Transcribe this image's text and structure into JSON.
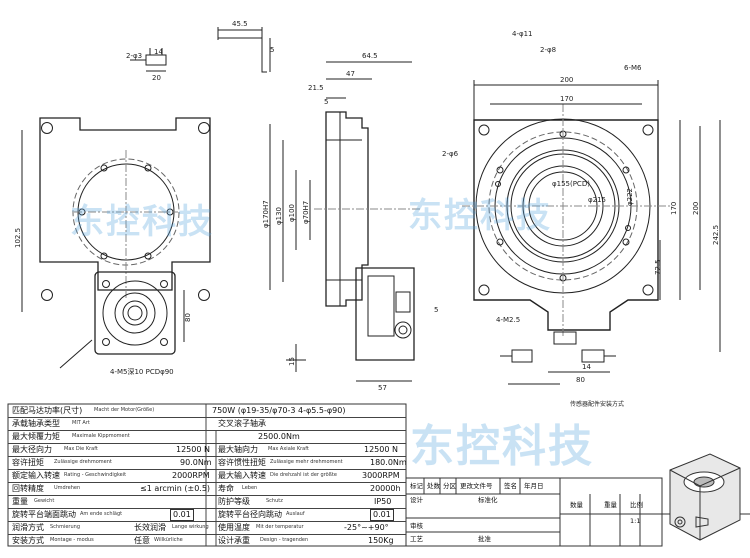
{
  "drawing": {
    "dimensions": {
      "key_45_5": "45.5",
      "key_5": "5",
      "key_14": "14",
      "key_20": "20",
      "key_2_phi3": "2-φ3",
      "side_64_5": "64.5",
      "side_47": "47",
      "side_21_5": "21.5",
      "side_5": "5",
      "side_phi170h7": "φ170H7",
      "side_phi130": "φ130",
      "side_phi100": "φ100",
      "side_phi70h7": "φ70H7",
      "side_15": "15",
      "side_57": "57",
      "side_5b": "5",
      "front_102_5": "102.5",
      "front_80": "80",
      "front_m5": "4-M5深10 PCDφ90",
      "top_4_phi11": "4-φ11",
      "top_2_phi8": "2-φ8",
      "top_6_m6": "6-M6",
      "top_200": "200",
      "top_170": "170",
      "top_2_phi6": "2-φ6",
      "top_pcd": "φ155(PCD)",
      "top_phi215": "φ215",
      "top_phi222": "φ222",
      "top_4_m2_5": "4-M2.5",
      "top_72_5": "72.5",
      "top_170v": "170",
      "top_200v": "200",
      "top_242_5": "242.5",
      "top_80": "80",
      "top_14": "14",
      "top_note": "传感器配件安装方式"
    }
  },
  "watermarks": [
    "东控科技",
    "东控科技",
    "东控科技"
  ],
  "specs": {
    "motor_label": "匹配马达功率(尺寸)",
    "motor_sub": "Macht der Motor(Größe)",
    "motor_value": "750W (φ19-35/φ70-3 4-φ5.5-φ90)",
    "bearing_label": "承载轴承类型",
    "bearing_sub": "MIT Art",
    "bearing_value": "交叉滚子轴承",
    "tilt_label": "最大倾覆力矩",
    "tilt_sub": "Maximale Kippmoment",
    "tilt_value": "2500.0Nm",
    "radial_label": "最大径向力",
    "radial_sub": "Max Die Kraft",
    "radial_value": "12500 N",
    "axial_label": "最大轴向力",
    "axial_sub": "Max Axiale Kraft",
    "axial_value": "12500 N",
    "torque_label": "容许扭矩",
    "torque_sub": "Zulässige drehmoment",
    "torque_value": "90.0Nm",
    "inertia_label": "容许惯性扭矩",
    "inertia_sub": "Zulässige mehr drehmoment",
    "inertia_value": "180.0Nm",
    "rated_label": "额定输入转速",
    "rated_sub": "Rating - Geschwindigkeit",
    "rated_value": "2000RPM",
    "maxspeed_label": "最大输入转速",
    "maxspeed_sub": "Die drehzahl ist der größte",
    "maxspeed_value": "3000RPM",
    "precision_label": "回转精度",
    "precision_sub": "Umdrehen",
    "precision_value": "≤1 arcmin (±0.5)",
    "life_label": "寿命",
    "life_sub": "Leben",
    "life_value": "20000h",
    "weight_label": "重量",
    "weight_sub": "Gewicht",
    "weight_value": "",
    "protect_label": "防护等级",
    "protect_sub": "Schutz",
    "protect_value": "IP50",
    "endplay_label": "旋转平台端面跳动",
    "endplay_sub": "Am ende schlägt",
    "endplay_value": "0.01",
    "radplay_label": "旋转平台径向跳动",
    "radplay_sub": "Auslauf",
    "radplay_value": "0.01",
    "lube_label": "润滑方式",
    "lube_sub": "Schmierung",
    "lube_value": "长效润滑",
    "lube_value_sub": "Lange wirkung",
    "temp_label": "使用温度",
    "temp_sub": "Mit der temperatur",
    "temp_value": "-25°~+90°",
    "mount_label": "安装方式",
    "mount_sub": "Montage - modus",
    "mount_value": "任意",
    "mount_value_sub": "Willkürliche",
    "design_label": "设计承重",
    "design_sub": "Design - tragenden",
    "design_value": "150Kg"
  },
  "titleblock": {
    "h1": "标记",
    "h2": "处数",
    "h3": "分区",
    "h4": "更改文件号",
    "h5": "签名",
    "h6": "年月日",
    "design": "设计",
    "standard": "标准化",
    "review": "审核",
    "process": "工艺",
    "approve": "批准",
    "qty": "数量",
    "weight": "重量",
    "scale": "比例",
    "scale_value": "1:1"
  }
}
